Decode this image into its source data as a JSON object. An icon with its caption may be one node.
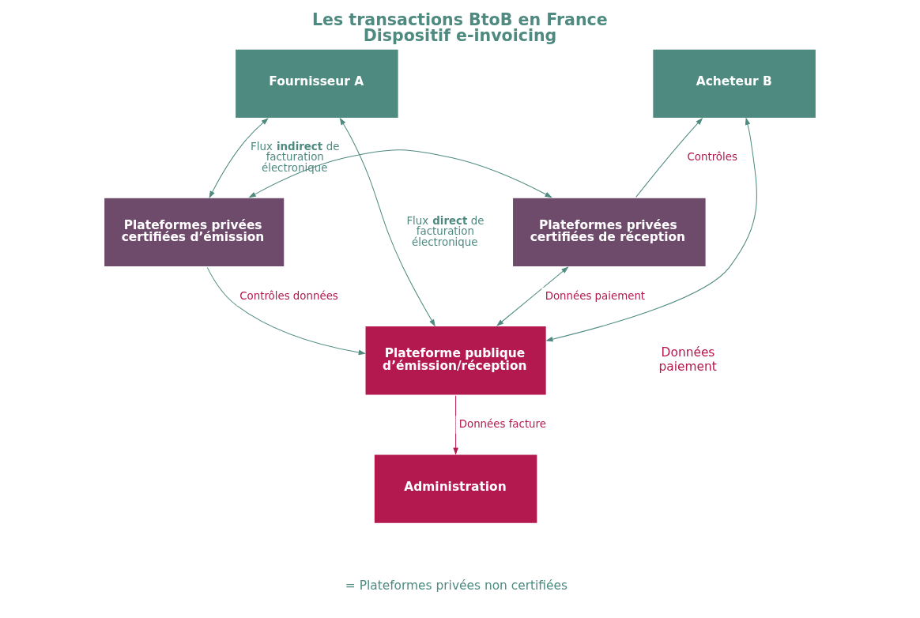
{
  "diagram": {
    "title": "Les transactions BtoB en France Dispositif e-invoicing",
    "nodes": [
      {
        "text": [
          "Fournisseur A"
        ]
      },
      {
        "text": [
          "Plateformes privées certifiées d’émission"
        ]
      },
      {
        "text": [
          "Plateformes privées certifiées de réception"
        ]
      },
      {
        "text": [
          "Acheteur B"
        ]
      },
      {
        "text": [
          "Plateforme publique d’émission/réception"
        ]
      },
      {
        "text": [
          "Administration"
        ]
      }
    ],
    "edges": [
      {
        "from": 0,
        "to": 1,
        "arrow": "both",
        "label": "Flux **indirect** de facturation électronique"
      },
      {
        "from": 1,
        "to": 2,
        "arrow": "both"
      },
      {
        "from": 2,
        "to": 3,
        "arrow": "to",
        "label": "Contrôles"
      },
      {
        "from": 1,
        "to": 4,
        "arrow": "to",
        "label": "Contrôles données"
      },
      {
        "from": 2,
        "to": 4,
        "arrow": "both",
        "label": "Données paiement"
      },
      {
        "from": 0,
        "to": 4,
        "arrow": "both",
        "label": "Flux **direct** de facturation électronique"
      },
      {
        "from": 3,
        "to": 4,
        "arrow": "both"
      },
      {
        "from": 4,
        "to": 5,
        "arrow": "to",
        "label": "Données facture",
        "color": "#b3184f"
      }
    ],
    "labels": [
      "Données paiement"
    ],
    "legend": [
      {
        "text": "= Plateformes privées non certifiées"
      }
    ]
  }
}
